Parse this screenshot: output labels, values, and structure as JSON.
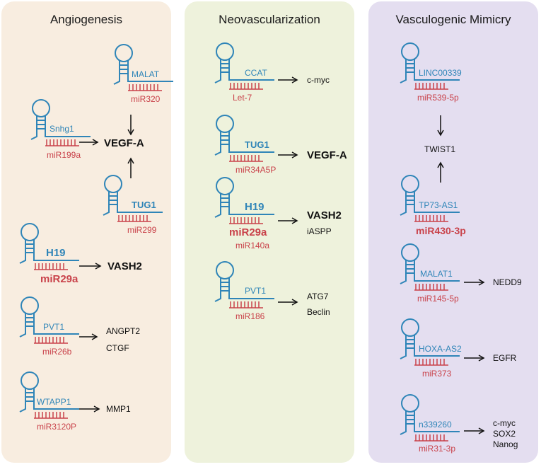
{
  "colors": {
    "lncrna": "#2f85b8",
    "mirna": "#c9424a",
    "panel_angiogenesis": "#f8ede0",
    "panel_neovascularization": "#eef2dc",
    "panel_vasculogenic": "#e4def0"
  },
  "panels": {
    "angiogenesis": {
      "title": "Angiogenesis",
      "malat": {
        "lnc": "MALAT",
        "mir": "miR320"
      },
      "snhg1": {
        "lnc": "Snhg1",
        "mir": "miR199a"
      },
      "tug1": {
        "lnc": "TUG1",
        "mir": "miR299"
      },
      "vegfa": "VEGF-A",
      "h19": {
        "lnc": "H19",
        "mir": "miR29a",
        "target": "VASH2"
      },
      "pvt1": {
        "lnc": "PVT1",
        "mir": "miR26b",
        "target1": "ANGPT2",
        "target2": "CTGF"
      },
      "wtapp1": {
        "lnc": "WTAPP1",
        "mir": "miR3120P",
        "target": "MMP1"
      }
    },
    "neovascularization": {
      "title": "Neovascularization",
      "ccat": {
        "lnc": "CCAT",
        "mir": "Let-7",
        "target": "c-myc"
      },
      "tug1": {
        "lnc": "TUG1",
        "mir": "miR34A5P",
        "target": "VEGF-A"
      },
      "h19": {
        "lnc": "H19",
        "mir1": "miR29a",
        "mir2": "miR140a",
        "target1": "VASH2",
        "target2": "iASPP"
      },
      "pvt1": {
        "lnc": "PVT1",
        "mir": "miR186",
        "target1": "ATG7",
        "target2": "Beclin"
      }
    },
    "vasculogenic_mimicry": {
      "title": "Vasculogenic Mimicry",
      "linc00339": {
        "lnc": "LINC00339",
        "mir": "miR539-5p"
      },
      "twist1": "TWIST1",
      "tp73as1": {
        "lnc": "TP73-AS1",
        "mir": "miR430-3p"
      },
      "malat1": {
        "lnc": "MALAT1",
        "mir": "miR145-5p",
        "target": "NEDD9"
      },
      "hoxaas2": {
        "lnc": "HOXA-AS2",
        "mir": "miR373",
        "target": "EGFR"
      },
      "n339260": {
        "lnc": "n339260",
        "mir": "miR31-3p",
        "target1": "c-myc",
        "target2": "SOX2",
        "target3": "Nanog"
      }
    }
  }
}
